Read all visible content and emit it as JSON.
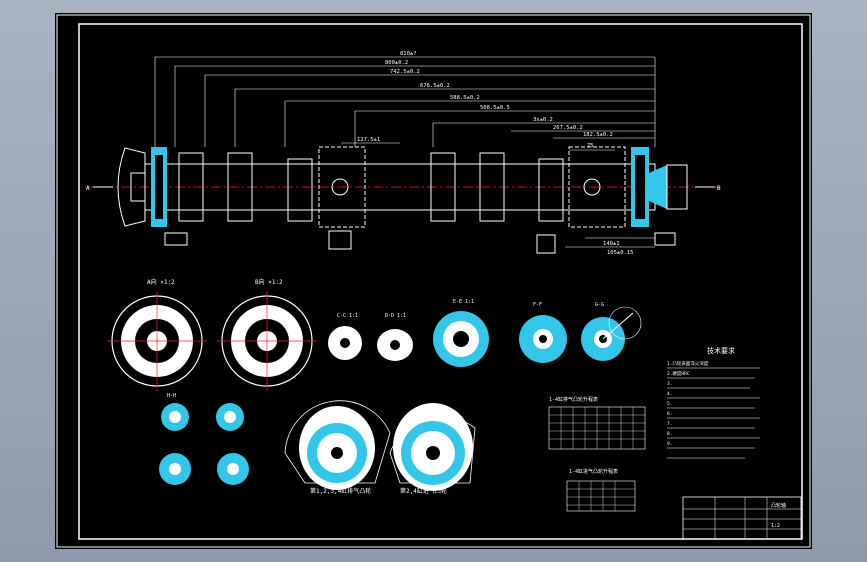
{
  "drawing": {
    "overall_dims": [
      "810±?",
      "800±0.2",
      "742.5±0.2",
      "676.5±0.2",
      "588.5±0.2",
      "508.5±0.5",
      "3x±0.2",
      "267.5±0.2",
      "182.5±0.2",
      "127.5±1"
    ],
    "end_labels": {
      "left": "A",
      "right": "B"
    },
    "small_dims": {
      "top_right": "75",
      "bottom_right": "140±1",
      "bottom_right2": "105±0.15"
    },
    "section_views": [
      {
        "label": "A向 ×1:2"
      },
      {
        "label": "B向 ×1:2"
      },
      {
        "label": "C-C 1:1"
      },
      {
        "label": "D-D 1:1"
      },
      {
        "label": "E-E 1:1"
      },
      {
        "label": "F-F"
      },
      {
        "label": "G-G"
      },
      {
        "label": "H-H"
      }
    ],
    "cam_views": [
      {
        "label": "第1,2,3,4缸排气凸轮"
      },
      {
        "label": "第2,4缸进气凸轮"
      }
    ],
    "tables": [
      {
        "title": "1-4缸排气凸轮升程表"
      },
      {
        "title": "1-4缸进气凸轮升程表"
      }
    ],
    "tech_notes": {
      "title": "技术要求",
      "lines": [
        "1.凸轮表面淬火深度",
        "2.硬度HRC",
        "3.",
        "4.",
        "5.",
        "6.",
        "7.",
        "8.",
        "9."
      ]
    },
    "title_block": {
      "name": "凸轮轴",
      "scale": "1:2"
    }
  },
  "colors": {
    "background": "#000000",
    "outline": "#ffffff",
    "centerline": "#ff2020",
    "hatch": "#33c6e8",
    "dim": "#ffffff",
    "frame": "#ffffff"
  }
}
